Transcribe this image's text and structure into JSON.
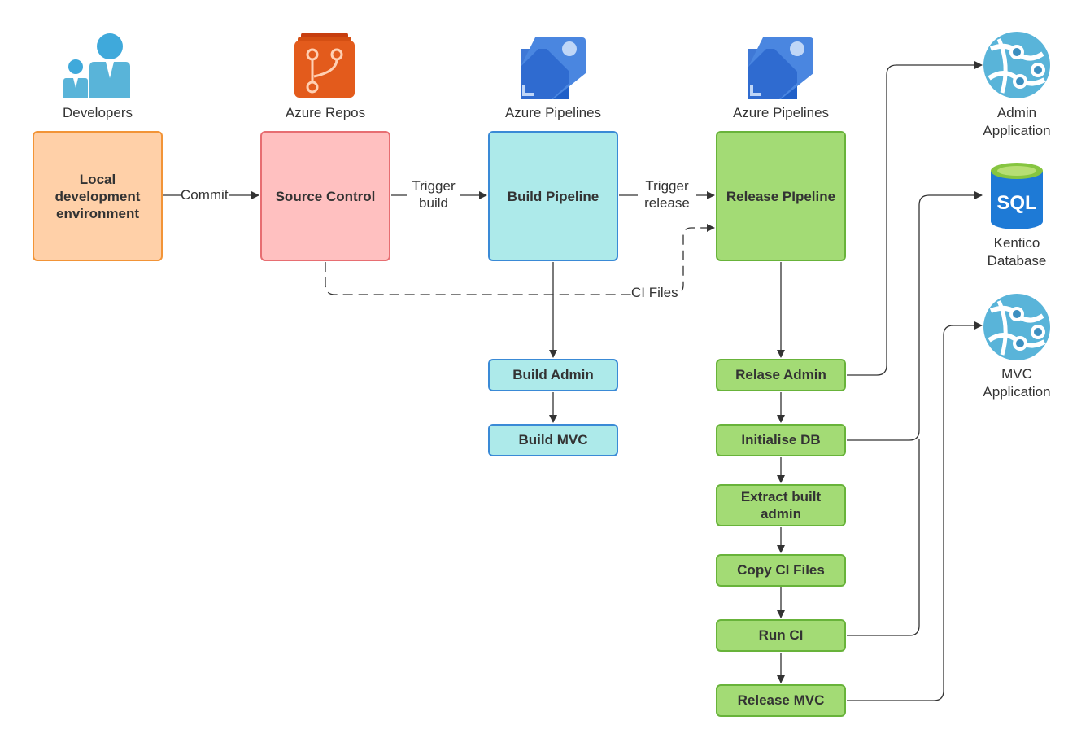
{
  "colors": {
    "orange_fill": "#FFD0A8",
    "orange_stroke": "#F29437",
    "red_fill": "#FFC0C0",
    "red_stroke": "#E76E72",
    "cyan_fill": "#ADEAEA",
    "cyan_stroke": "#3A8AD6",
    "green_fill": "#A3DB75",
    "green_stroke": "#68B33A",
    "line": "#333333"
  },
  "headers": {
    "developers": "Developers",
    "azure_repos": "Azure Repos",
    "azure_pipelines_build": "Azure Pipelines",
    "azure_pipelines_release": "Azure Pipelines"
  },
  "boxes": {
    "local_env": "Local development environment",
    "source_control": "Source Control",
    "build_pipeline": "Build Pipeline",
    "release_pipeline": "Release PIpeline",
    "build_admin": "Build Admin",
    "build_mvc": "Build MVC",
    "release_admin": "Relase Admin",
    "initialise_db": "Initialise DB",
    "extract_built_admin": "Extract built admin",
    "copy_ci_files": "Copy CI Files",
    "run_ci": "Run CI",
    "release_mvc": "Release MVC"
  },
  "edge_labels": {
    "commit": "Commit",
    "trigger_build_1": "Trigger",
    "trigger_build_2": "build",
    "trigger_release_1": "Trigger",
    "trigger_release_2": "release",
    "ci_files": "CI Files"
  },
  "targets": {
    "admin_app_1": "Admin",
    "admin_app_2": "Application",
    "kentico_db_1": "Kentico",
    "kentico_db_2": "Database",
    "mvc_app_1": "MVC",
    "mvc_app_2": "Application",
    "sql_text": "SQL"
  },
  "icons": [
    "developers-icon",
    "azure-repos-icon",
    "azure-pipelines-icon",
    "azure-app-service-icon",
    "sql-database-icon"
  ]
}
